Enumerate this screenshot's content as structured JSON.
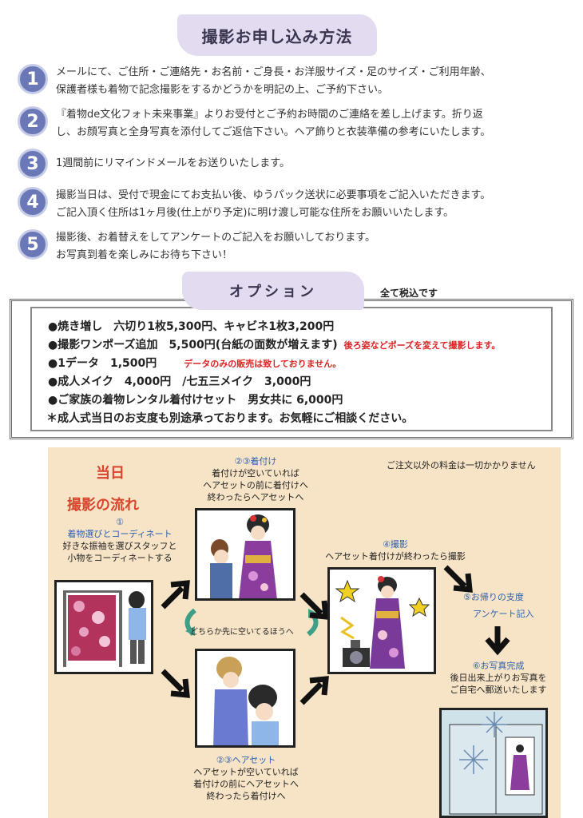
{
  "application": {
    "title": "撮影お申し込み方法",
    "steps": [
      {
        "num": "1",
        "lines": [
          "メールにて、ご住所・ご連絡先・お名前・ご身長・お洋服サイズ・足のサイズ・ご利用年齢、",
          "保護者様も着物で記念撮影をするかどうかを明記の上、ご予約下さい。"
        ]
      },
      {
        "num": "2",
        "lines": [
          "『着物de文化フォト未来事業』よりお受付とご予約お時間のご連絡を差し上げます。折り返",
          "し、お顔写真と全身写真を添付してご返信下さい。ヘア飾りと衣装準備の参考にいたします。"
        ]
      },
      {
        "num": "3",
        "lines": [
          "1週間前にリマインドメールをお送りいたします。"
        ]
      },
      {
        "num": "4",
        "lines": [
          "撮影当日は、受付で現金にてお支払い後、ゆうパック送状に必要事項をご記入いただきます。",
          "ご記入頂く住所は1ヶ月後(仕上がり予定)に明け渡し可能な住所をお願いいたします。"
        ]
      },
      {
        "num": "5",
        "lines": [
          "撮影後、お着替えをしてアンケートのご記入をお願いしております。",
          "お写真到着を楽しみにお待ち下さい！"
        ]
      }
    ]
  },
  "options": {
    "title": "オプション",
    "tax_note": "全て税込です",
    "items": [
      {
        "text": "●焼き増し　六切り1枚5,300円、キャビネ1枚3,200円",
        "note": ""
      },
      {
        "text": "●撮影ワンポーズ追加　5,500円(台紙の面数が増えます)",
        "note": "後ろ姿などポーズを変えて撮影します。"
      },
      {
        "text": "●1データ　1,500円",
        "note": "データのみの販売は致しておりません。"
      },
      {
        "text": "●成人メイク　4,000円　/七五三メイク　3,000円",
        "note": ""
      },
      {
        "text": "●ご家族の着物レンタル着付けセット　男女共に 6,000円",
        "note": ""
      },
      {
        "text": "＊成人式当日のお支度も別途承っております。お気軽にご相談ください。",
        "note": ""
      }
    ]
  },
  "flow": {
    "title_line1": "当日",
    "title_line2": "撮影の流れ",
    "no_extra_fee": "ご注文以外の料金は一切かかりません",
    "step1": {
      "label": "①",
      "title": "着物選びとコーディネート",
      "desc1": "好きな振袖を選びスタッフと",
      "desc2": "小物をコーディネートする"
    },
    "step23a": {
      "label": "②③着付け",
      "desc1": "着付けが空いていれば",
      "desc2": "ヘアセットの前に着付けへ",
      "desc3": "終わったらヘアセットへ"
    },
    "shared": "どちらか先に空いてるほうへ",
    "step23b": {
      "label": "②③ヘアセット",
      "desc1": "ヘアセットが空いていれば",
      "desc2": "着付けの前にヘアセットへ",
      "desc3": "終わったら着付けへ"
    },
    "step4": {
      "label": "④撮影",
      "desc": "ヘアセット着付けが終わったら撮影"
    },
    "step5": {
      "line1": "⑤お帰りの支度",
      "line2": "アンケート記入"
    },
    "step6": {
      "label": "⑥お写真完成",
      "desc1": "後日出来上がりお写真を",
      "desc2": "ご自宅へ郵送いたします"
    },
    "colors": {
      "title_red": "#d9442c",
      "caption_blue": "#2b5fb0",
      "background": "#f7e4c6"
    }
  }
}
